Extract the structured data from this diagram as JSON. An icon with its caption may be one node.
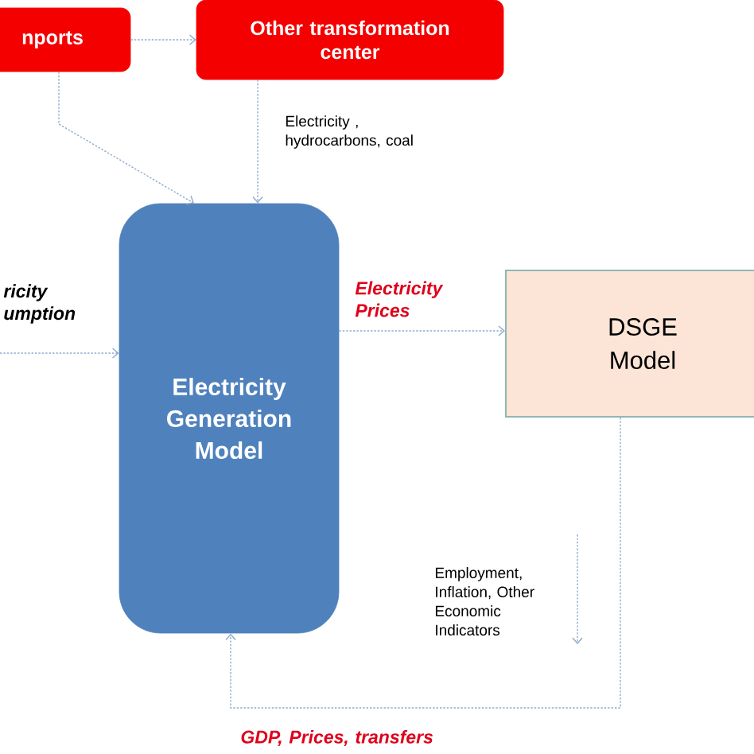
{
  "diagram": {
    "nodes": [
      {
        "text": [
          "nports"
        ]
      },
      {
        "text": [
          "Other transformation center"
        ]
      },
      {
        "text": [
          "Electricity Generation Model"
        ]
      },
      {
        "text": [
          "DSGE Model"
        ]
      }
    ],
    "edges": [
      {
        "from": 0,
        "to": 1,
        "arrow": "to"
      },
      {
        "from": 0,
        "to": 2,
        "arrow": "to"
      },
      {
        "from": 1,
        "to": 2,
        "arrow": "to",
        "label": "Electricity , hydrocarbons, coal"
      },
      {
        "from": null,
        "to": 2,
        "arrow": "to",
        "label": "ricity umption"
      },
      {
        "from": 2,
        "to": 3,
        "arrow": "to",
        "label": "Electricity Prices"
      },
      {
        "from": 3,
        "to": 2,
        "arrow": "to",
        "label": "GDP, Prices, transfers"
      }
    ],
    "labels": [
      "Employment, Inflation, Other Economic Indicators"
    ]
  }
}
